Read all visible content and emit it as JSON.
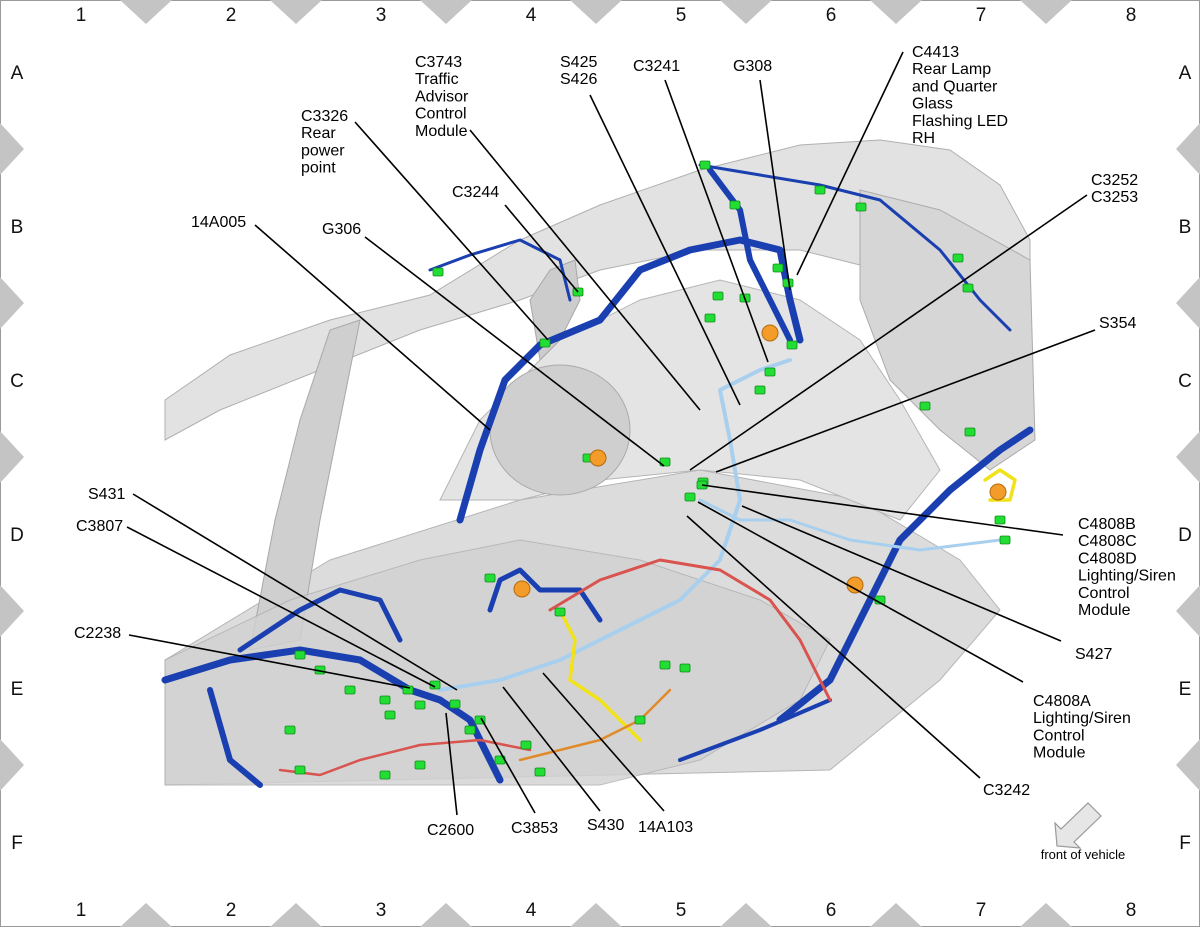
{
  "grid": {
    "columns": [
      "1",
      "2",
      "3",
      "4",
      "5",
      "6",
      "7",
      "8"
    ],
    "rows": [
      "A",
      "B",
      "C",
      "D",
      "E",
      "F"
    ]
  },
  "callouts": [
    {
      "id": "c3743",
      "lines": [
        "C3743",
        "Traffic",
        "Advisor",
        "Control",
        "Module"
      ]
    },
    {
      "id": "s425",
      "lines": [
        "S425",
        "S426"
      ]
    },
    {
      "id": "c3241",
      "lines": [
        "C3241"
      ]
    },
    {
      "id": "g308",
      "lines": [
        "G308"
      ]
    },
    {
      "id": "c4413",
      "lines": [
        "C4413",
        "Rear Lamp",
        "and Quarter",
        "Glass",
        "Flashing LED",
        "RH"
      ]
    },
    {
      "id": "c3326",
      "lines": [
        "C3326",
        "Rear",
        "power",
        "point"
      ]
    },
    {
      "id": "c3244",
      "lines": [
        "C3244"
      ]
    },
    {
      "id": "a14a005",
      "lines": [
        "14A005"
      ]
    },
    {
      "id": "g306",
      "lines": [
        "G306"
      ]
    },
    {
      "id": "c3252",
      "lines": [
        "C3252",
        "C3253"
      ]
    },
    {
      "id": "s354",
      "lines": [
        "S354"
      ]
    },
    {
      "id": "s431",
      "lines": [
        "S431"
      ]
    },
    {
      "id": "c3807",
      "lines": [
        "C3807"
      ]
    },
    {
      "id": "c4808b",
      "lines": [
        "C4808B",
        "C4808C",
        "C4808D",
        "Lighting/Siren",
        "Control",
        "Module"
      ]
    },
    {
      "id": "s427",
      "lines": [
        "S427"
      ]
    },
    {
      "id": "c2238",
      "lines": [
        "C2238"
      ]
    },
    {
      "id": "c4808a",
      "lines": [
        "C4808A",
        "Lighting/Siren",
        "Control",
        "Module"
      ]
    },
    {
      "id": "c3242",
      "lines": [
        "C3242"
      ]
    },
    {
      "id": "c2600",
      "lines": [
        "C2600"
      ]
    },
    {
      "id": "c3853",
      "lines": [
        "C3853"
      ]
    },
    {
      "id": "s430",
      "lines": [
        "S430"
      ]
    },
    {
      "id": "a14a103",
      "lines": [
        "14A103"
      ]
    }
  ],
  "front_note": "front of vehicle",
  "colors": {
    "harness_main": "#1a3fb0",
    "harness_light": "#a8d0ee",
    "harness_red": "#d9534f",
    "harness_yellow": "#f2e21a",
    "harness_orange": "#e08a2a",
    "connector": "#22dd33",
    "body_panel": "#d9d9d9",
    "grid_marker": "#c4c4c4"
  }
}
